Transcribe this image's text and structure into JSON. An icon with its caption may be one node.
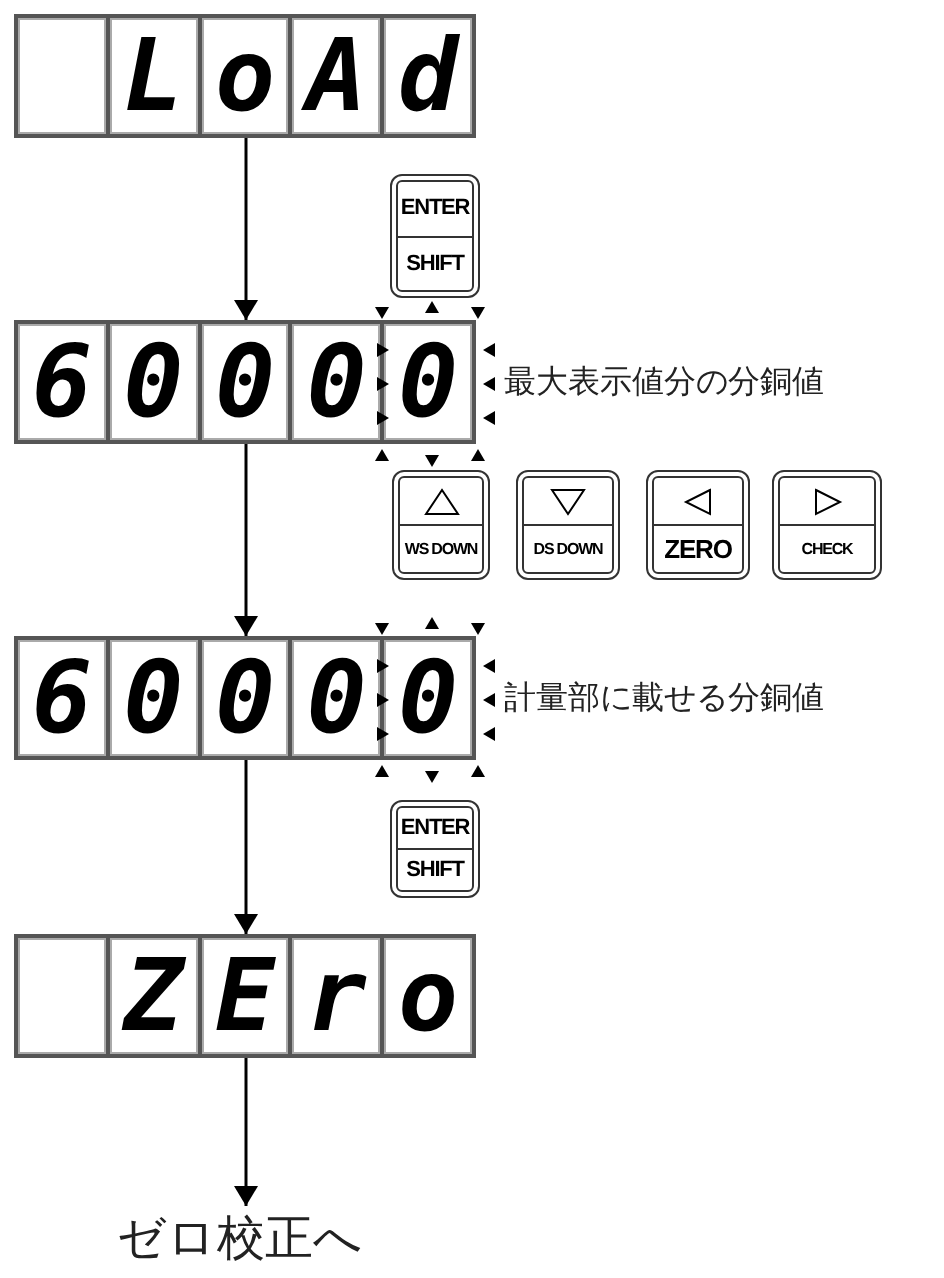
{
  "diagram": {
    "nodes": [
      {
        "text": [
          "L",
          "o",
          "A",
          "d"
        ]
      },
      {
        "text": [
          "ENTER",
          "SHIFT"
        ]
      },
      {
        "text": [
          "6",
          "0",
          "0",
          "0",
          "0"
        ],
        "beside": [
          "最大表示値分の分銅値"
        ]
      },
      {
        "text": [
          "WS DOWN"
        ]
      },
      {
        "text": [
          "DS DOWN"
        ]
      },
      {
        "text": [
          "ZERO"
        ]
      },
      {
        "text": [
          "CHECK"
        ]
      },
      {
        "text": [
          "6",
          "0",
          "0",
          "0",
          "0"
        ],
        "beside": [
          "計量部に載せる分銅値"
        ]
      },
      {
        "text": [
          "ENTER",
          "SHIFT"
        ]
      },
      {
        "text": [
          "Z",
          "E",
          "r",
          "o"
        ]
      },
      {
        "text": [
          "ゼロ校正へ"
        ]
      }
    ],
    "edges": [
      {
        "from": 0,
        "to": 2,
        "arrow": "to"
      },
      {
        "from": 2,
        "to": 7,
        "arrow": "to"
      },
      {
        "from": 7,
        "to": 9,
        "arrow": "to"
      },
      {
        "from": 9,
        "to": 10,
        "arrow": "to"
      }
    ]
  }
}
